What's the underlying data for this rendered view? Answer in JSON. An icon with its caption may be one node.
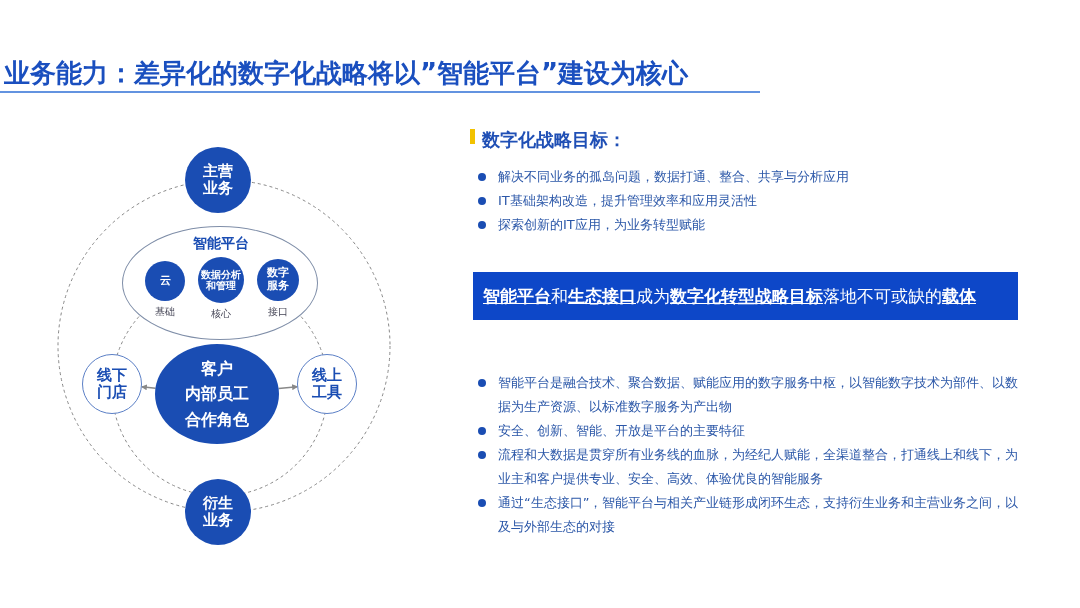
{
  "diagram": {
    "title": "业务能力：差异化的数字化战略将以”智能平台”建设为核心",
    "nodes": [
      {
        "text": [
          "主营业务"
        ]
      },
      {
        "text": [
          "智能平台"
        ]
      },
      {
        "text": [
          "云"
        ],
        "in": 1,
        "beside": [
          "基础"
        ]
      },
      {
        "text": [
          "数据分析和管理"
        ],
        "in": 1,
        "beside": [
          "核心"
        ]
      },
      {
        "text": [
          "数字服务"
        ],
        "in": 1,
        "beside": [
          "接口"
        ]
      },
      {
        "text": [
          "客户",
          "内部员工",
          "合作角色"
        ]
      },
      {
        "text": [
          "线下门店"
        ]
      },
      {
        "text": [
          "线上工具"
        ]
      },
      {
        "text": [
          "衍生业务"
        ]
      },
      {
        "text": [
          "**智能平台**和**生态接口**成为**数字化转型战略目标**落地不可或缺的**载体**"
        ]
      }
    ],
    "edges": [
      {
        "from": 5,
        "to": 6,
        "arrow": "to"
      },
      {
        "from": 5,
        "to": 7,
        "arrow": "to"
      }
    ],
    "labels": [
      "数字化战略目标：",
      "解决不同业务的孤岛问题，数据打通、整合、共享与分析应用",
      "IT基础架构改造，提升管理效率和应用灵活性",
      "探索创新的IT应用，为业务转型赋能",
      "智能平台是融合技术、聚合数据、赋能应用的数字服务中枢，以智能数字技术为部件、以数据为生产资源、以标准数字服务为产出物",
      "安全、创新、智能、开放是平台的主要特征",
      "流程和大数据是贯穿所有业务线的血脉，为经纪人赋能，全渠道整合，打通线上和线下，为业主和客户提供专业、安全、高效、体验优良的智能服务",
      "通过“生态接口”，智能平台与相关产业链形成闭环生态，支持衍生业务和主营业务之间，以及与外部生态的对接"
    ]
  }
}
